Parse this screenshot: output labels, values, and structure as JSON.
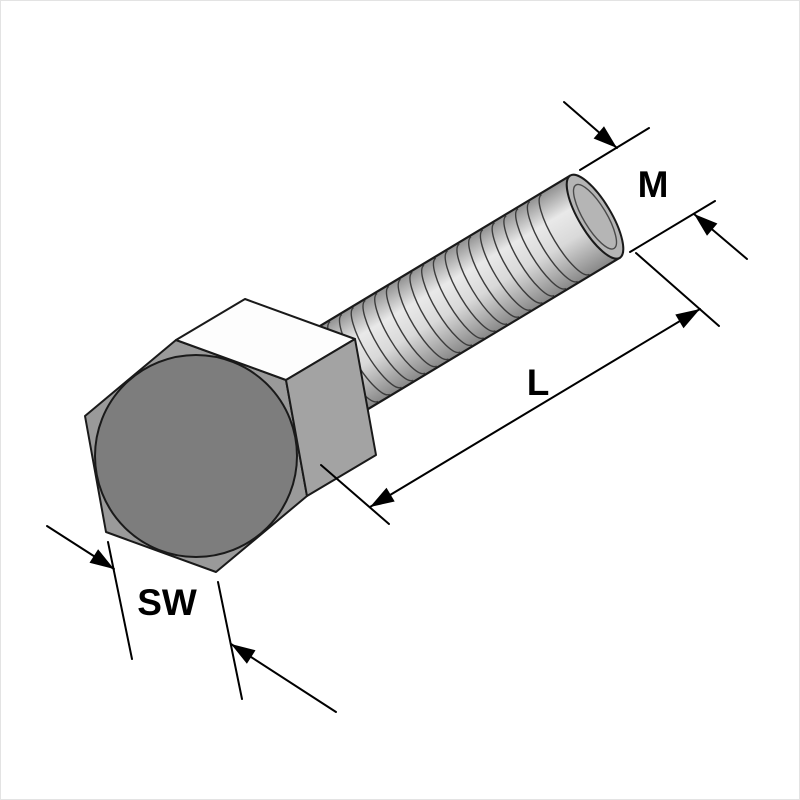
{
  "figure": {
    "kind": "hex-bolt-dimension-drawing",
    "labels": {
      "thread_size": "M",
      "shaft_length": "L",
      "width_across_flats": "SW"
    },
    "thread_count": 26,
    "colors": {
      "outline": "#1a1a1a",
      "head_front_face": "#7d7d7d",
      "head_hexagon": "#9a9a9a",
      "head_top_facet": "#fdfdfd",
      "head_side_facet": "#a3a3a3",
      "shaft_light": "#e9e9e9",
      "shaft_dark": "#8f8f8f",
      "tip_face": "#b5b5b5",
      "dimension_color": "#000000",
      "background": "#ffffff"
    }
  }
}
